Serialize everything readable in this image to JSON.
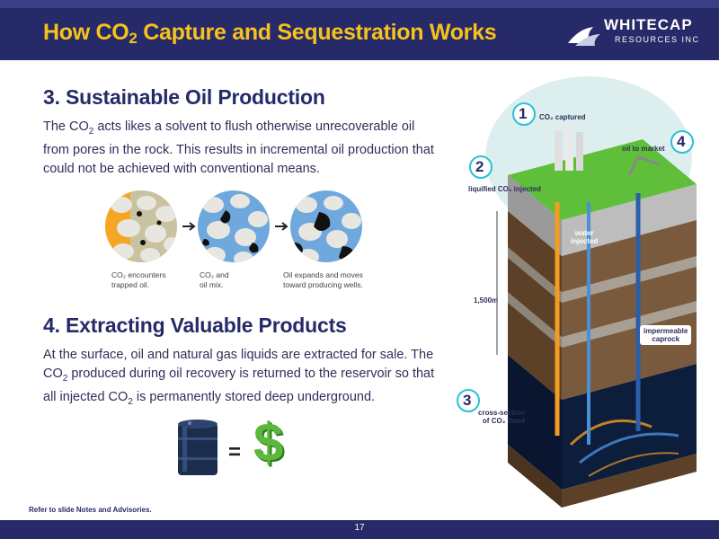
{
  "header": {
    "title_prefix": "How CO",
    "title_sub": "2",
    "title_suffix": " Capture and Sequestration Works",
    "logo_name": "WHITECAP",
    "logo_sub": "RESOURCES INC"
  },
  "section3": {
    "title": "3. Sustainable Oil Production",
    "body_a": "The CO",
    "body_sub": "2",
    "body_b": " acts likes a solvent to flush otherwise unrecoverable oil from pores in the rock. This results in incremental oil production that could not be achieved with conventional means.",
    "captions": [
      {
        "line1": "CO₂ encounters",
        "line2": "trapped oil."
      },
      {
        "line1": "CO₂ and",
        "line2": "oil mix."
      },
      {
        "line1": "Oil expands and moves",
        "line2": "toward producing wells."
      }
    ]
  },
  "section4": {
    "title": "4. Extracting Valuable Products",
    "body_a": "At the surface, oil and natural gas liquids are extracted for sale. The CO",
    "body_sub1": "2",
    "body_b": " produced during oil recovery is returned to the reservoir so that all injected CO",
    "body_sub2": "2",
    "body_c": " is permanently stored deep underground.",
    "equals": "=",
    "dollar": "$"
  },
  "diagram": {
    "steps": [
      {
        "num": "1",
        "label": "CO₂ captured"
      },
      {
        "num": "2",
        "label": "liquified CO₂ injected"
      },
      {
        "num": "3",
        "label_line1": "cross-section",
        "label_line2": "of CO₂ flood"
      },
      {
        "num": "4",
        "label": "oil to market"
      }
    ],
    "water_line1": "water",
    "water_line2": "injected",
    "depth": "1,500m",
    "caprock_line1": "impermeable",
    "caprock_line2": "caprock"
  },
  "footnote": "Refer to slide Notes and Advisories.",
  "page_number": "17",
  "colors": {
    "navy": "#262a68",
    "gold": "#f7c21b",
    "green": "#4caf3c",
    "orange": "#f39c1f",
    "blue": "#4a90d9"
  }
}
